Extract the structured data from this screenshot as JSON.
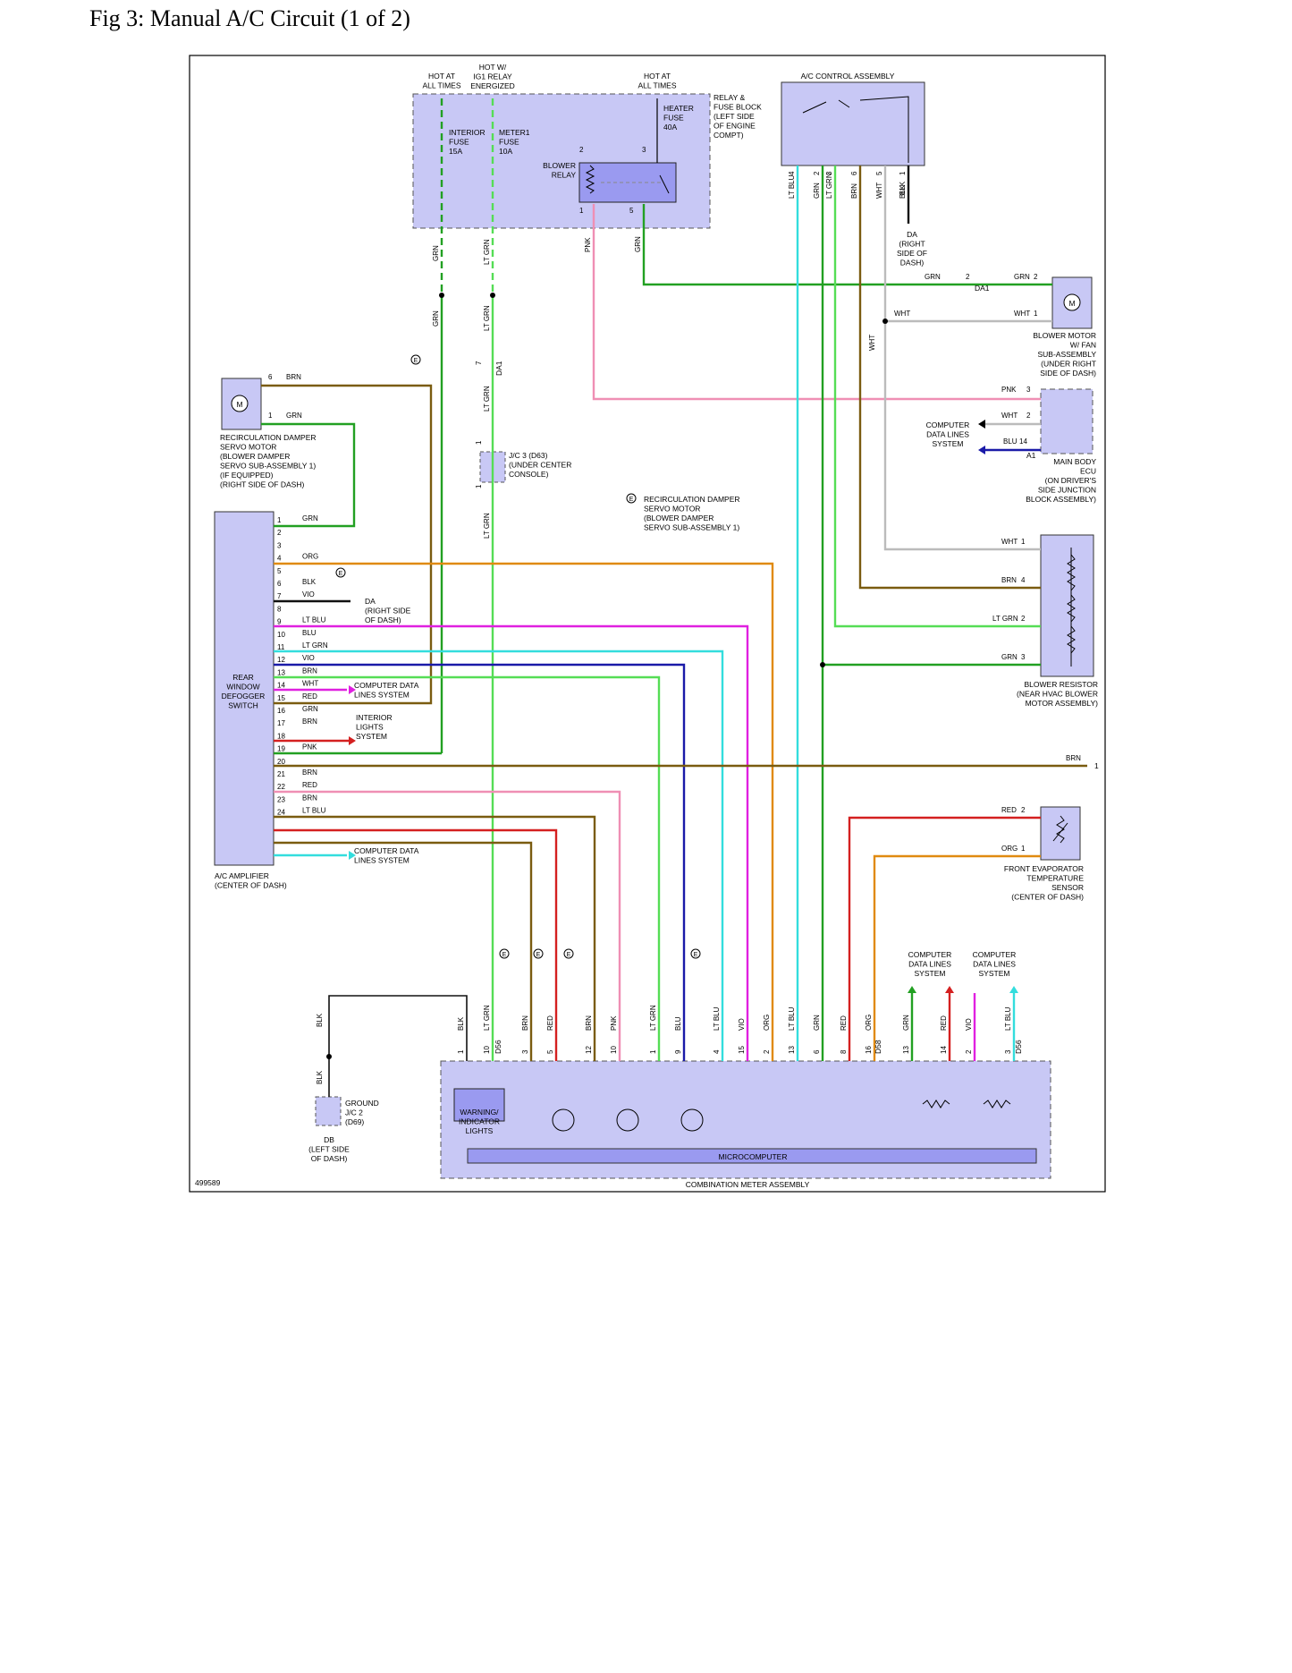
{
  "page": {
    "title": "Fig 3: Manual A/C Circuit (1 of 2)",
    "figure_id": "499589"
  },
  "colors": {
    "box_fill": "#c8c8f5",
    "GRN": "#22a022",
    "LT_GRN": "#55dd55",
    "BRN": "#7a5c10",
    "PNK": "#ef8fb4",
    "LT_BLU": "#33dddd",
    "BLU": "#1a1aa8",
    "VIO": "#e020e0",
    "ORG": "#e08a10",
    "RED": "#d42020",
    "WHT": "#bbbbbb",
    "BLK": "#111111"
  },
  "labels": {
    "hot_at_all_times": "HOT AT\nALL TIMES",
    "hot_w_ig1": "HOT W/\nIG1 RELAY\nENERGIZED",
    "hot_at_all_times_2": "HOT AT\nALL TIMES",
    "relay_fuse_block": "RELAY &\nFUSE BLOCK\n(LEFT SIDE\nOF ENGINE\nCOMPT)",
    "interior_fuse": "INTERIOR\nFUSE\n15A",
    "meter1_fuse": "METER1\nFUSE\n10A",
    "heater_fuse": "HEATER\nFUSE\n40A",
    "blower_relay": "BLOWER\nRELAY",
    "ac_control_assembly": "A/C CONTROL ASSEMBLY",
    "da_right_side_dash": "DA\n(RIGHT\nSIDE OF\nDASH)",
    "blower_motor": "BLOWER MOTOR\nW/ FAN\nSUB-ASSEMBLY\n(UNDER RIGHT\nSIDE OF DASH)",
    "computer_data_lines_1": "COMPUTER\nDATA LINES\nSYSTEM",
    "main_body_ecu": "MAIN BODY\nECU\n(ON DRIVER'S\nSIDE JUNCTION\nBLOCK ASSEMBLY)",
    "recirc_damper": "RECIRCULATION DAMPER\nSERVO MOTOR\n(BLOWER DAMPER\nSERVO SUB-ASSEMBLY 1)\n(IF EQUIPPED)\n(RIGHT SIDE OF DASH)",
    "jc3": "J/C 3 (D63)\n(UNDER CENTER\nCONSOLE)",
    "note_recirc": "RECIRCULATION DAMPER\nSERVO MOTOR\n(BLOWER DAMPER\nSERVO SUB-ASSEMBLY 1)",
    "rear_window_defogger": "REAR\nWINDOW\nDEFOGGER\nSWITCH",
    "da_right_side_dash_2": "DA\n(RIGHT SIDE\nOF DASH)",
    "computer_data_lines_2": "COMPUTER DATA\nLINES SYSTEM",
    "interior_lights": "INTERIOR\nLIGHTS\nSYSTEM",
    "computer_data_lines_3": "COMPUTER DATA\nLINES SYSTEM",
    "ac_amplifier": "A/C AMPLIFIER\n(CENTER OF DASH)",
    "blower_resistor": "BLOWER RESISTOR\n(NEAR HVAC BLOWER\nMOTOR ASSEMBLY)",
    "front_evap_sensor": "FRONT EVAPORATOR\nTEMPERATURE\nSENSOR\n(CENTER OF DASH)",
    "computer_data_lines_4": "COMPUTER\nDATA LINES\nSYSTEM",
    "computer_data_lines_5": "COMPUTER\nDATA LINES\nSYSTEM",
    "ground_jc2": "GROUND\nJ/C 2\n(D69)",
    "db_left_side_dash": "DB\n(LEFT SIDE\nOF DASH)",
    "warning_indicator_lights": "WARNING/\nINDICATOR\nLIGHTS",
    "microcomputer": "MICROCOMPUTER",
    "combination_meter": "COMBINATION METER ASSEMBLY",
    "da1": "DA1",
    "d56": "D56",
    "d58": "D58",
    "a1": "A1",
    "m": "M",
    "e": "E",
    "brn_end_pin": "1"
  },
  "ac_control_pins": [
    {
      "pin": "4",
      "wire": "LT BLU"
    },
    {
      "pin": "2",
      "wire": "GRN"
    },
    {
      "pin": "3",
      "wire": "LT GRN"
    },
    {
      "pin": "6",
      "wire": "BRN"
    },
    {
      "pin": "5",
      "wire": "WHT"
    },
    {
      "pin": "1",
      "wire": "BLK"
    }
  ],
  "amp_pins": [
    {
      "pin": "1",
      "wire": "GRN"
    },
    {
      "pin": "2",
      "wire": ""
    },
    {
      "pin": "3",
      "wire": ""
    },
    {
      "pin": "4",
      "wire": "ORG"
    },
    {
      "pin": "5",
      "wire": ""
    },
    {
      "pin": "6",
      "wire": "BLK"
    },
    {
      "pin": "7",
      "wire": "VIO"
    },
    {
      "pin": "8",
      "wire": ""
    },
    {
      "pin": "9",
      "wire": "LT BLU"
    },
    {
      "pin": "10",
      "wire": "BLU"
    },
    {
      "pin": "11",
      "wire": "LT GRN"
    },
    {
      "pin": "12",
      "wire": "VIO"
    },
    {
      "pin": "13",
      "wire": "BRN"
    },
    {
      "pin": "14",
      "wire": "WHT"
    },
    {
      "pin": "15",
      "wire": "RED"
    },
    {
      "pin": "16",
      "wire": "GRN"
    },
    {
      "pin": "17",
      "wire": "BRN"
    },
    {
      "pin": "18",
      "wire": ""
    },
    {
      "pin": "19",
      "wire": "PNK"
    },
    {
      "pin": "20",
      "wire": ""
    },
    {
      "pin": "21",
      "wire": "BRN"
    },
    {
      "pin": "22",
      "wire": "RED"
    },
    {
      "pin": "23",
      "wire": "BRN"
    },
    {
      "pin": "24",
      "wire": "LT BLU"
    }
  ],
  "meter_pins": [
    {
      "pin": "1",
      "wire": "BLK"
    },
    {
      "pin": "10",
      "wire": "LT GRN"
    },
    {
      "pin": "3",
      "wire": "BRN"
    },
    {
      "pin": "5",
      "wire": "RED"
    },
    {
      "pin": "12",
      "wire": "BRN"
    },
    {
      "pin": "10",
      "wire": "PNK"
    },
    {
      "pin": "1",
      "wire": "LT GRN"
    },
    {
      "pin": "9",
      "wire": "BLU"
    },
    {
      "pin": "4",
      "wire": "LT BLU"
    },
    {
      "pin": "15",
      "wire": "VIO"
    },
    {
      "pin": "2",
      "wire": "ORG"
    },
    {
      "pin": "13",
      "wire": "LT BLU"
    },
    {
      "pin": "6",
      "wire": "GRN"
    },
    {
      "pin": "8",
      "wire": "RED"
    },
    {
      "pin": "16",
      "wire": "ORG"
    },
    {
      "pin": "13",
      "wire": "GRN"
    },
    {
      "pin": "14",
      "wire": "RED"
    },
    {
      "pin": "2",
      "wire": "VIO"
    },
    {
      "pin": "3",
      "wire": "LT BLU"
    }
  ],
  "wire_tags": {
    "grn": "GRN",
    "lt_grn": "LT GRN",
    "pnk": "PNK",
    "wht": "WHT",
    "brn": "BRN",
    "blk": "BLK",
    "blu": "BLU",
    "lt_blu": "LT BLU",
    "red": "RED",
    "org": "ORG",
    "vio": "VIO"
  },
  "pin_tags": {
    "p1": "1",
    "p2": "2",
    "p3": "3",
    "p4": "4",
    "p5": "5",
    "p6": "6",
    "p7": "7",
    "p14": "14"
  }
}
